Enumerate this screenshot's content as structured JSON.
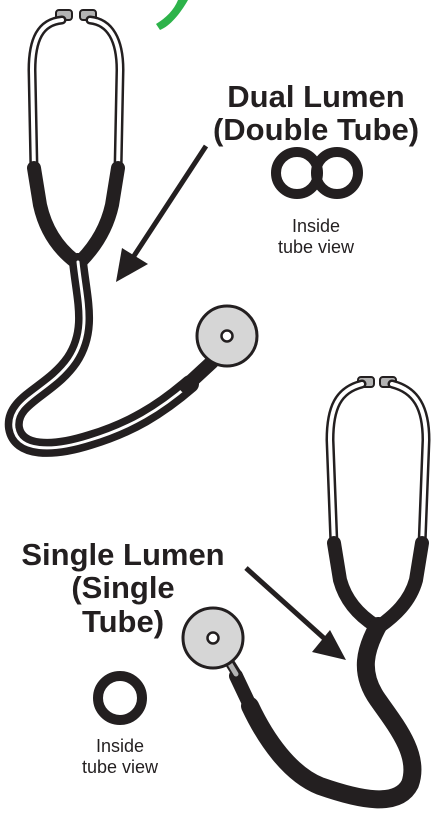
{
  "dual": {
    "title_line1": "Dual Lumen",
    "title_line2": "(Double Tube)",
    "caption_line1": "Inside",
    "caption_line2": "tube view"
  },
  "single": {
    "title_line1": "Single Lumen",
    "title_line2": "(Single",
    "title_line3": "Tube)",
    "caption_line1": "Inside",
    "caption_line2": "tube view"
  },
  "colors": {
    "tube": "#231f20",
    "metal": "#ffffff",
    "chestpiece": "#d6d6d6",
    "eartip": "#b3b3b3",
    "accent_green": "#2db34a"
  }
}
